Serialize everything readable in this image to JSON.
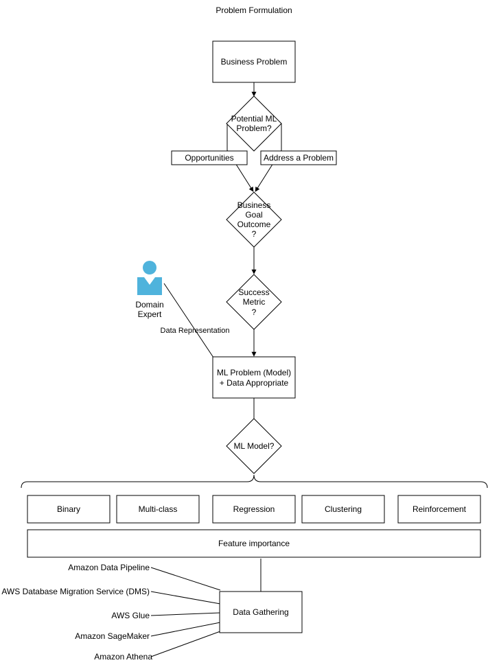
{
  "title": "Problem Formulation",
  "nodes": {
    "business_problem": "Business Problem",
    "potential_ml": [
      "Potential ML",
      "Problem?"
    ],
    "opportunities": "Opportunities",
    "address_problem": "Address a Problem",
    "business_goal": [
      "Business",
      "Goal",
      "Outcome",
      "?"
    ],
    "success_metric": [
      "Success",
      "Metric",
      "?"
    ],
    "domain_expert": [
      "Domain",
      "Expert"
    ],
    "data_representation": "Data Representation",
    "ml_problem": [
      "ML Problem (Model)",
      "+ Data Appropriate"
    ],
    "ml_model": "ML Model?",
    "model_types": [
      "Binary",
      "Multi-class",
      "Regression",
      "Clustering",
      "Reinforcement"
    ],
    "feature_importance": "Feature importance",
    "data_gathering": "Data Gathering"
  },
  "data_sources": [
    "Amazon Data Pipeline",
    "AWS Database Migration Service (DMS)",
    "AWS Glue",
    "Amazon SageMaker",
    "Amazon Athena"
  ],
  "colors": {
    "person_icon": "#4fb3dc",
    "stroke": "#000000"
  }
}
